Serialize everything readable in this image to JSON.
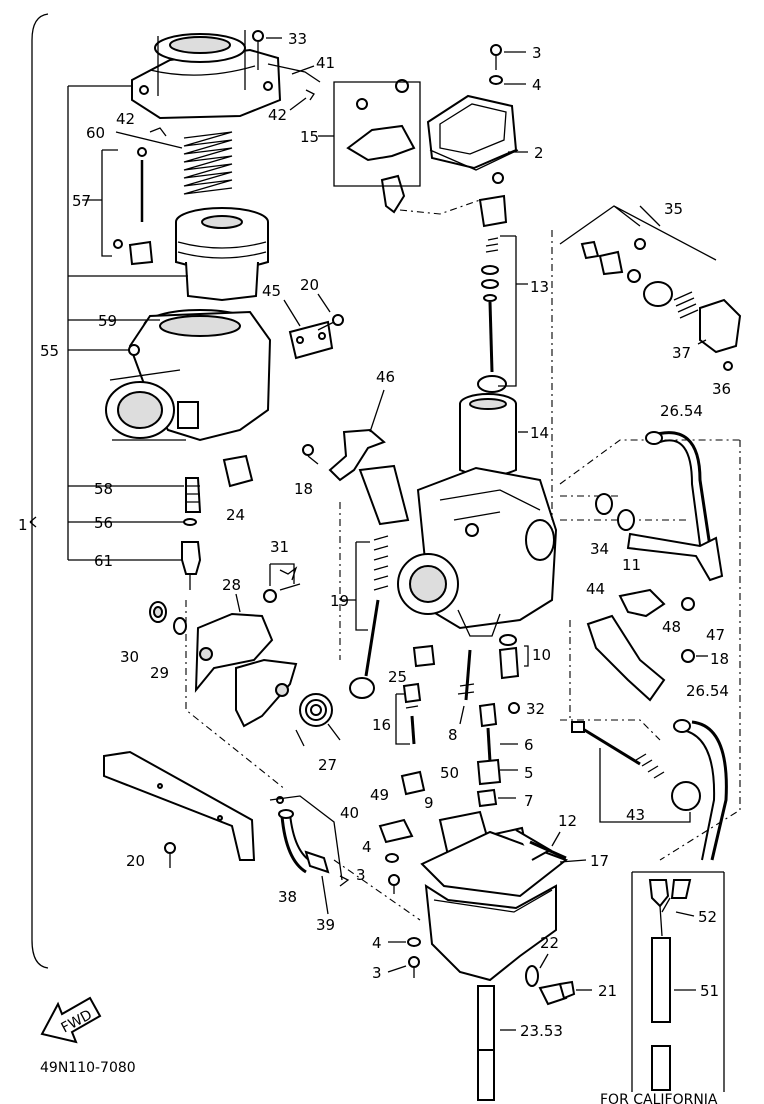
{
  "diagram_code": "49N110-7080",
  "fwd_label": "FWD",
  "footer_note": "FOR CALIFORNIA",
  "assembly_callout": "1",
  "callouts": {
    "c33": "33",
    "c41": "41",
    "c42a": "42",
    "c42b": "42",
    "c60": "60",
    "c57": "57",
    "c59": "59",
    "c55": "55",
    "c45": "45",
    "c20a": "20",
    "c3a": "3",
    "c4a": "4",
    "c15": "15",
    "c2": "2",
    "c13": "13",
    "c35": "35",
    "c37": "37",
    "c36": "36",
    "c46": "46",
    "c14": "14",
    "c2654a": "26.54",
    "c18a": "18",
    "c58": "58",
    "c56": "56",
    "c24": "24",
    "c61": "61",
    "c34": "34",
    "c11": "11",
    "c31": "31",
    "c28": "28",
    "c19": "19",
    "c44": "44",
    "c48": "48",
    "c47": "47",
    "c10": "10",
    "c18b": "18",
    "c30": "30",
    "c29": "29",
    "c25": "25",
    "c2654b": "26.54",
    "c16": "16",
    "c8": "8",
    "c32": "32",
    "c6": "6",
    "c27": "27",
    "c50": "50",
    "c5": "5",
    "c49": "49",
    "c9": "9",
    "c7": "7",
    "c43": "43",
    "c40": "40",
    "c12": "12",
    "c4b": "4",
    "c17": "17",
    "c20b": "20",
    "c3b": "3",
    "c38": "38",
    "c39": "39",
    "c52": "52",
    "c4c": "4",
    "c22": "22",
    "c3c": "3",
    "c21": "21",
    "c51": "51",
    "c2353": "23.53"
  }
}
